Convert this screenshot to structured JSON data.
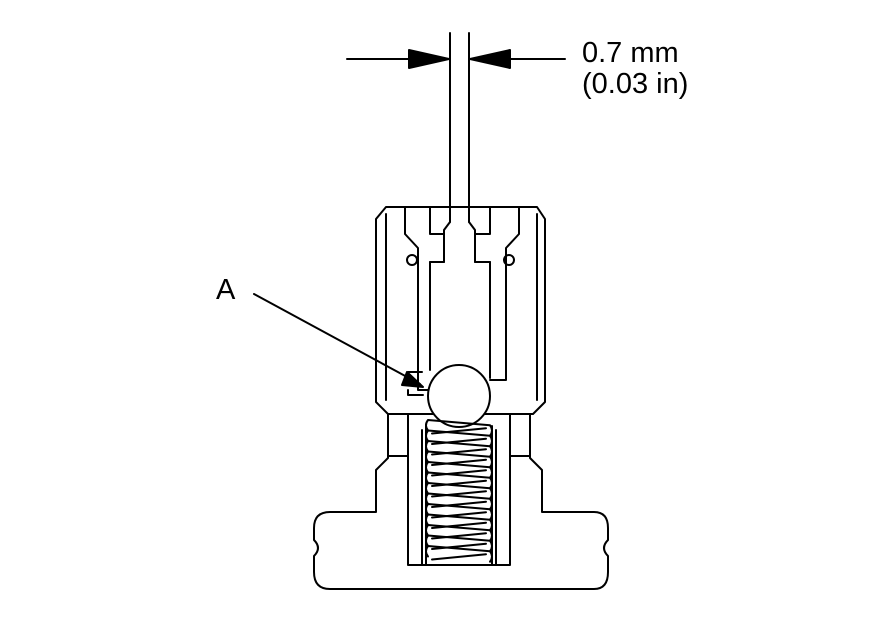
{
  "labels": {
    "clearance_mm": "0.7 mm",
    "clearance_in": "(0.03 in)",
    "callout": "A"
  },
  "colors": {
    "line": "#000000",
    "background": "#ffffff"
  }
}
